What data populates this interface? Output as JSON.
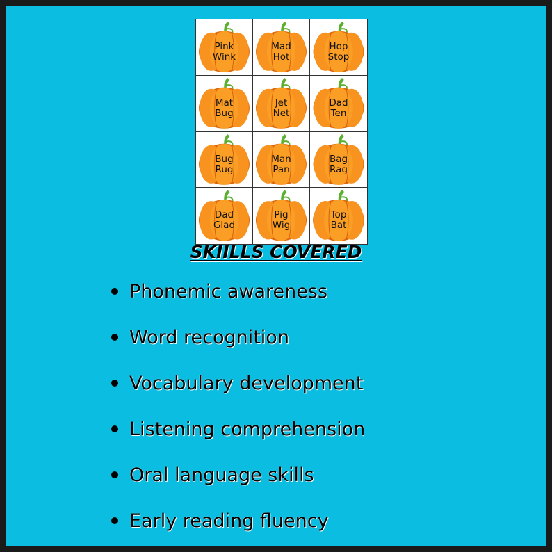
{
  "colors": {
    "background": "#0bbde0",
    "border": "#1a1a1a",
    "pumpkin": "#f7931e",
    "pumpkin_dark": "#e06a0c",
    "stem": "#5cb030"
  },
  "cards": [
    {
      "top": "Pink",
      "bottom": "Wink"
    },
    {
      "top": "Mad",
      "bottom": "Hot"
    },
    {
      "top": "Hop",
      "bottom": "Stop"
    },
    {
      "top": "Mat",
      "bottom": "Bug"
    },
    {
      "top": "Jet",
      "bottom": "Net"
    },
    {
      "top": "Dad",
      "bottom": "Ten"
    },
    {
      "top": "Bug",
      "bottom": "Rug"
    },
    {
      "top": "Man",
      "bottom": "Pan"
    },
    {
      "top": "Bag",
      "bottom": "Rag"
    },
    {
      "top": "Dad",
      "bottom": "Glad"
    },
    {
      "top": "Pig",
      "bottom": "Wig"
    },
    {
      "top": "Top",
      "bottom": "Bat"
    }
  ],
  "heading": "SKIILLS COVERED",
  "skills": [
    "Phonemic awareness",
    "Word recognition",
    "Vocabulary development",
    "Listening comprehension",
    "Oral language skills",
    "Early reading fluency"
  ]
}
